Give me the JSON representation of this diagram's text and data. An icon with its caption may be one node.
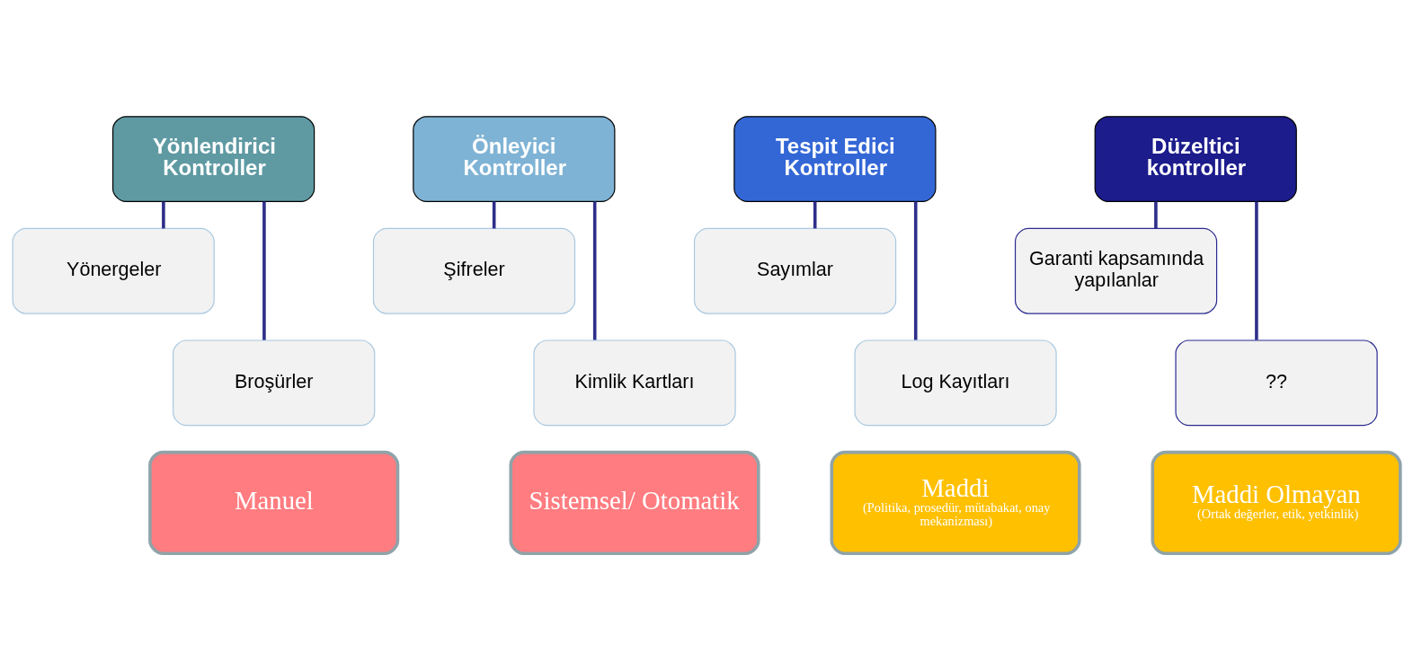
{
  "diagram": {
    "nodes": [
      {
        "text": [
          "Yönlendirici Kontroller"
        ]
      },
      {
        "text": [
          "Yönergeler"
        ]
      },
      {
        "text": [
          "Broşürler"
        ]
      },
      {
        "text": [
          "Önleyici Kontroller"
        ]
      },
      {
        "text": [
          "Şifreler"
        ]
      },
      {
        "text": [
          "Kimlik Kartları"
        ]
      },
      {
        "text": [
          "Tespit Edici Kontroller"
        ]
      },
      {
        "text": [
          "Sayımlar"
        ]
      },
      {
        "text": [
          "Log Kayıtları"
        ]
      },
      {
        "text": [
          "Düzeltici kontroller"
        ]
      },
      {
        "text": [
          "Garanti kapsamında yapılanlar"
        ]
      },
      {
        "text": [
          "??"
        ]
      },
      {
        "text": [
          "Manuel"
        ]
      },
      {
        "text": [
          "Sistemsel/ Otomatik"
        ]
      },
      {
        "text": [
          "Maddi",
          "(Politika, prosedür, mütabakat, onay mekanizması)"
        ]
      },
      {
        "text": [
          "Maddi Olmayan",
          "(Ortak değerler, etik, yetkinlik)"
        ]
      }
    ],
    "edges": [
      {
        "from": 0,
        "to": 1,
        "arrow": "none"
      },
      {
        "from": 0,
        "to": 2,
        "arrow": "none"
      },
      {
        "from": 3,
        "to": 4,
        "arrow": "none"
      },
      {
        "from": 3,
        "to": 5,
        "arrow": "none"
      },
      {
        "from": 6,
        "to": 7,
        "arrow": "none"
      },
      {
        "from": 6,
        "to": 8,
        "arrow": "none"
      },
      {
        "from": 9,
        "to": 10,
        "arrow": "none"
      },
      {
        "from": 9,
        "to": 11,
        "arrow": "none"
      }
    ]
  }
}
